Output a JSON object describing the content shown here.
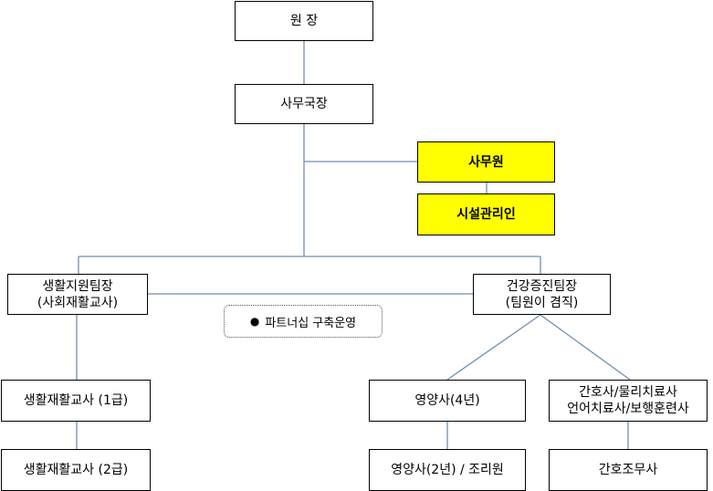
{
  "org": {
    "director": "원 장",
    "secretary_general": "사무국장",
    "clerk": "사무원",
    "facility_manager": "시설관리인",
    "life_support_lead": [
      "생활지원팀장",
      "(사회재활교사)"
    ],
    "health_lead": [
      "건강증진팀장",
      "(팀원이 겸직)"
    ],
    "partnership_bullet": "●",
    "partnership": "파트너십 구축운영",
    "rehab_teacher_1": "생활재활교사 (1급)",
    "rehab_teacher_2": "생활재활교사 (2급)",
    "nutritionist_4": "영양사(4년)",
    "nutritionist_2": "영양사(2년) / 조리원",
    "nurse_therapists": [
      "간호사/물리치료사",
      "언어치료사/보행훈련사"
    ],
    "nurse_aide": "간호조무사"
  },
  "colors": {
    "highlight": "#ffff00",
    "line": "#6f8fb0"
  }
}
